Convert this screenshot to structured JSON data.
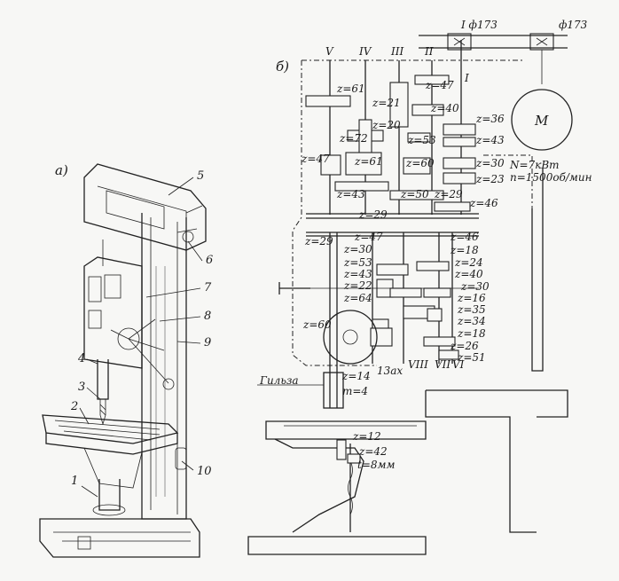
{
  "figure_a": {
    "label": "а)",
    "parts": [
      "1",
      "2",
      "3",
      "4",
      "5",
      "6",
      "7",
      "8",
      "9",
      "10"
    ]
  },
  "figure_b": {
    "label": "б)",
    "shaft_labels": [
      "V",
      "IV",
      "III",
      "II",
      "I",
      "VIII",
      "VII",
      "VI"
    ],
    "belt": {
      "left": "I ф173",
      "right": "ф173"
    },
    "motor": {
      "symbol": "M",
      "power": "N=7кВт",
      "speed": "n=1500об/мин"
    },
    "gears_upper": [
      "z=61",
      "z=21",
      "z=47",
      "z=72",
      "z=20",
      "z=40",
      "z=36",
      "z=53",
      "z=43",
      "z=47",
      "z=61",
      "z=60",
      "z=30",
      "z=23",
      "z=43",
      "z=50",
      "z=29",
      "z=46",
      "z=29"
    ],
    "gears_lower": [
      "z=29",
      "z=47",
      "z=46",
      "z=30",
      "z=18",
      "z=53",
      "z=24",
      "z=43",
      "z=40",
      "z=22",
      "z=30",
      "z=64",
      "z=16",
      "z=35",
      "z=34",
      "z=60",
      "z=18",
      "z=26",
      "z=14",
      "z=51"
    ],
    "sleeve": {
      "label": "Гильза",
      "m": "m=4",
      "z": "z=14",
      "ax": "13ах"
    },
    "feed": {
      "z1": "z=12",
      "z2": "z=42",
      "t": "t=8мм"
    }
  },
  "colors": {
    "ink": "#222222",
    "paper": "#f7f7f5"
  }
}
